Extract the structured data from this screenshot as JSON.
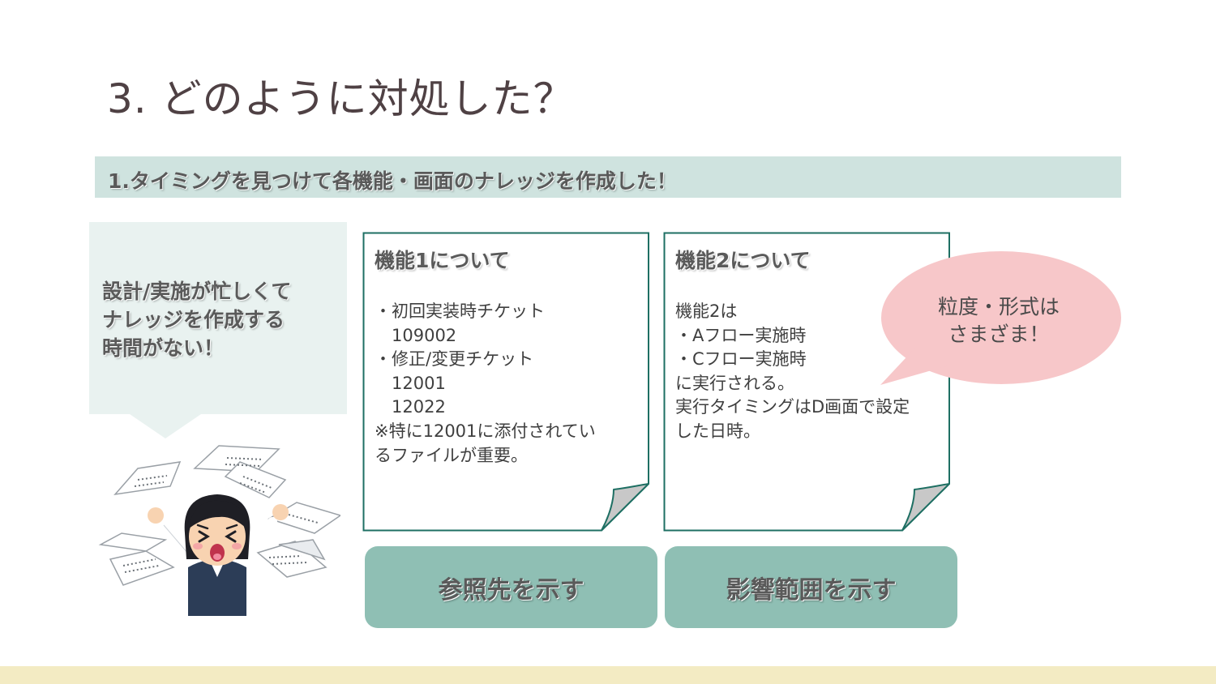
{
  "slide": {
    "title": "3. どのように対処した？",
    "subtitle": "1.タイミングを見つけて各機能・画面のナレッジを作成した！"
  },
  "problem": {
    "lines": [
      "設計/実施が忙しくて",
      "ナレッジを作成する",
      "時間がない！"
    ]
  },
  "notes": [
    {
      "heading": "機能1について",
      "lines": [
        "・初回実装時チケット",
        "　109002",
        "・修正/変更チケット",
        "　12001",
        "　12022",
        "※特に12001に添付されてい",
        "るファイルが重要。"
      ]
    },
    {
      "heading": "機能2について",
      "lines": [
        "機能2は",
        "・Aフロー実施時",
        "・Cフロー実施時",
        "に実行される。",
        "実行タイミングはD画面で設定",
        "した日時。"
      ]
    }
  ],
  "buttons": {
    "reference": "参照先を示す",
    "impact": "影響範囲を示す"
  },
  "bubble": {
    "lines": [
      "粒度・形式は",
      "さまざま！"
    ]
  },
  "colors": {
    "title": "#4f4144",
    "subtitle_bar": "#cfe3df",
    "problem_box": "#e9f2f0",
    "note_border": "#1e6f63",
    "button": "#8fbfb4",
    "bubble": "#f7c7c9",
    "footer": "#f3ebc3"
  }
}
